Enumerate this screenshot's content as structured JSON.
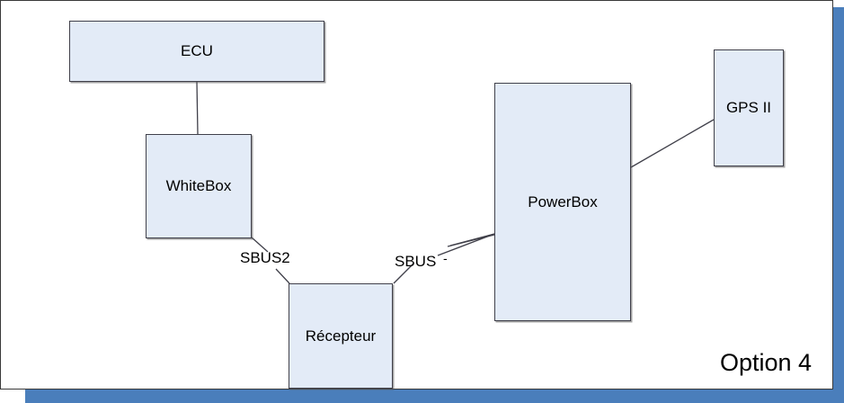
{
  "slide": {
    "caption": "Option 4",
    "background_color": "#ffffff",
    "shadow_color": "#4a7ebb",
    "border_color": "#3a3a3a"
  },
  "diagram": {
    "type": "block-diagram",
    "node_fill_color": "#e3ebf7",
    "node_border_color": "#40404a",
    "nodes": [
      {
        "id": "ecu",
        "label": "ECU"
      },
      {
        "id": "whitebox",
        "label": "WhiteBox"
      },
      {
        "id": "recepteur",
        "label": "Récepteur"
      },
      {
        "id": "powerbox",
        "label": "PowerBox"
      },
      {
        "id": "gps",
        "label": "GPS II"
      }
    ],
    "edges": [
      {
        "from": "ecu",
        "to": "whitebox",
        "label": ""
      },
      {
        "from": "whitebox",
        "to": "recepteur",
        "label": "SBUS2"
      },
      {
        "from": "recepteur",
        "to": "powerbox",
        "label": "SBUS"
      },
      {
        "from": "powerbox",
        "to": "gps",
        "label": ""
      }
    ],
    "edge_labels": {
      "sbus2": "SBUS2",
      "sbus": "SBUS",
      "sbus_superscript": "-"
    }
  }
}
